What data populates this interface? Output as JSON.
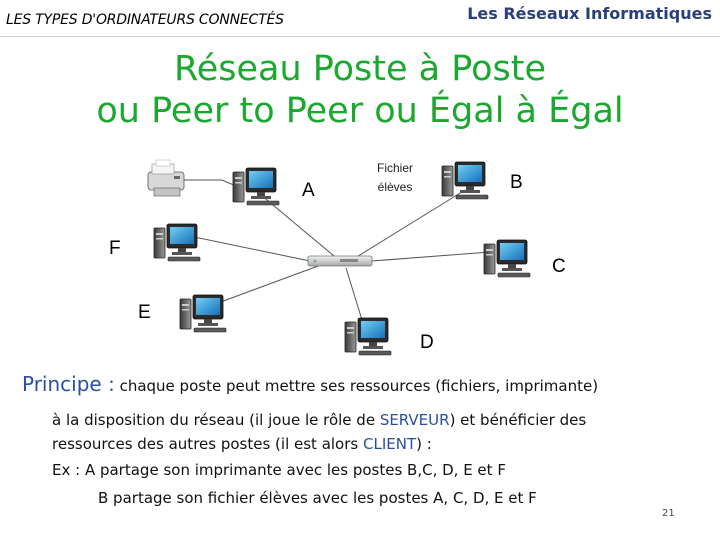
{
  "header": {
    "left": "LES TYPES D'ORDINATEURS CONNECTÉS",
    "right": "Les Réseaux Informatiques"
  },
  "title": {
    "line1": "Réseau Poste à Poste",
    "line2": "ou Peer to Peer ou Égal à Égal"
  },
  "diagram": {
    "file_label_line1": "Fichier",
    "file_label_line2": "élèves",
    "nodes": {
      "A": "A",
      "B": "B",
      "C": "C",
      "D": "D",
      "E": "E",
      "F": "F"
    }
  },
  "text": {
    "principe": "Principe :",
    "line1": " chaque poste peut mettre ses ressources (fichiers, imprimante)",
    "line2_a": "à la disposition du réseau (il joue le rôle de ",
    "server": "SERVEUR",
    "line2_b": ") et bénéficier des",
    "line3_a": "ressources des autres postes (il est alors ",
    "client": "CLIENT",
    "line3_b": ") :",
    "ex1": "Ex :  A partage son imprimante avec les postes B,C, D, E et F",
    "ex2": "B partage son fichier élèves avec les postes A, C, D, E et F"
  },
  "page_number": "21",
  "colors": {
    "title": "#1aa82f",
    "header_right": "#2a3f7a",
    "keyword": "#2a4fa0"
  }
}
